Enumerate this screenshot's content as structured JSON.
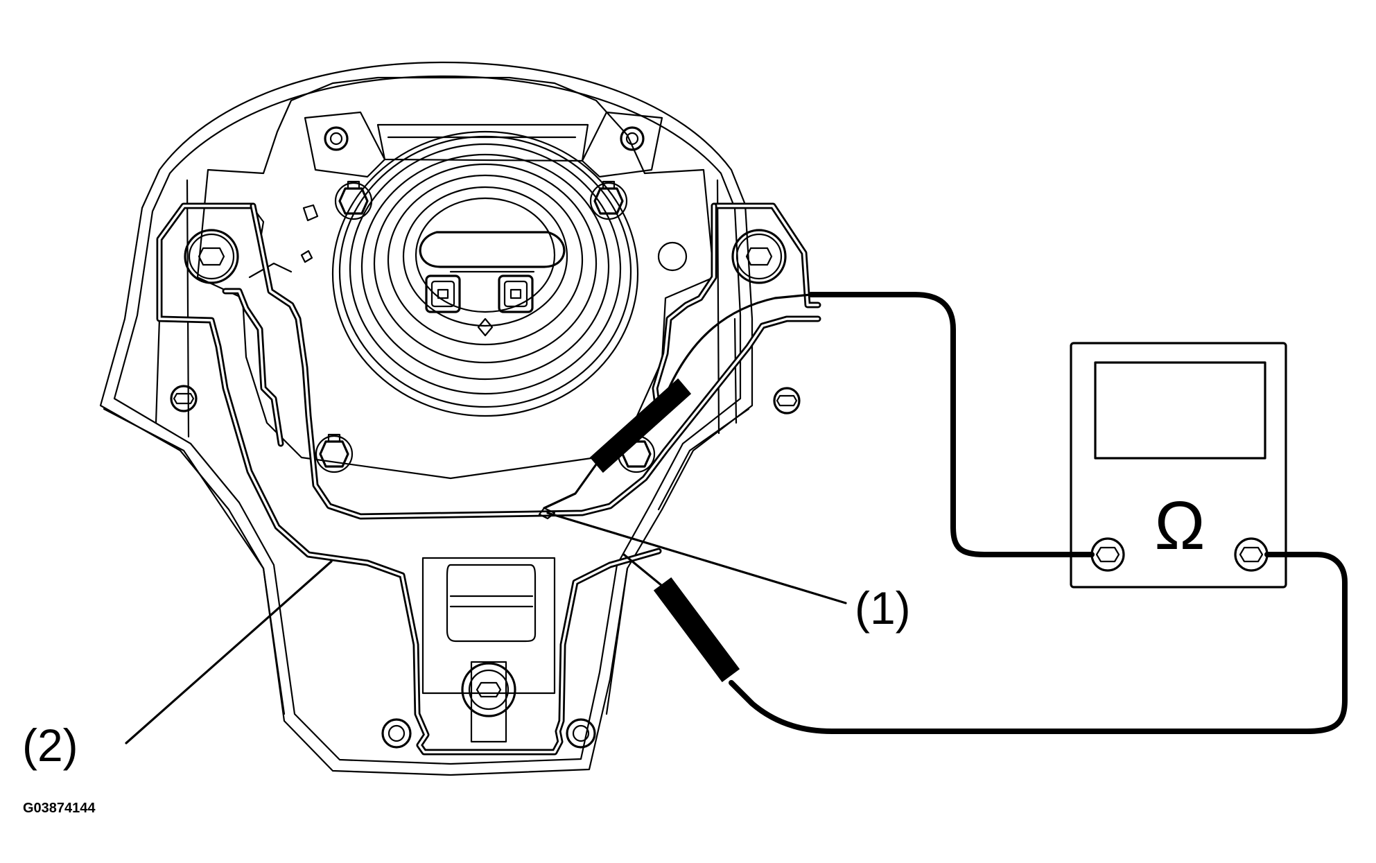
{
  "callouts": {
    "item1": "(1)",
    "item2": "(2)"
  },
  "figure_code": "G03874144",
  "meter": {
    "symbol": "Ω"
  }
}
